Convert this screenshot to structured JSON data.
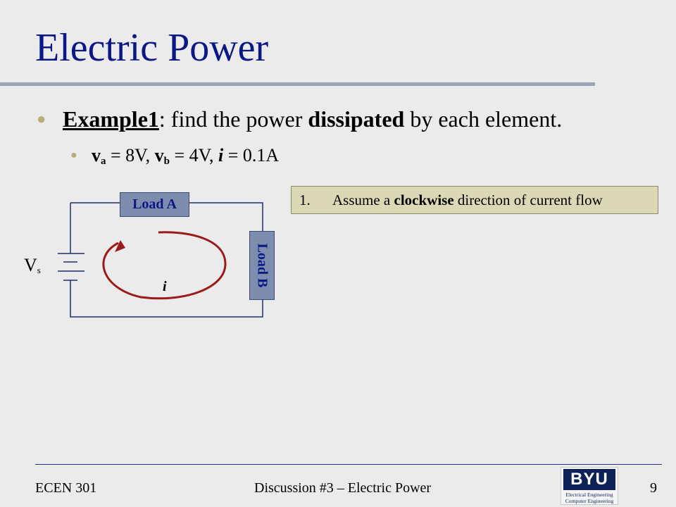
{
  "slide": {
    "title": "Electric Power"
  },
  "bullets": {
    "b1": {
      "label": "Example1",
      "after_label": ": find the power ",
      "emph": "dissipated",
      "tail": " by each element."
    },
    "b2": {
      "va_sym": "v",
      "va_sub": "a",
      "va_rest": " = 8V, ",
      "vb_sym": "v",
      "vb_sub": "b",
      "vb_rest": " = 4V, ",
      "i_sym": "i",
      "i_rest": " = 0.1A"
    }
  },
  "note": {
    "number": "1.",
    "prefix": "Assume a ",
    "emph": "clockwise",
    "suffix": " direction of current flow"
  },
  "circuit": {
    "load_a": "Load A",
    "load_b": "Load B",
    "vs_sym": "V",
    "vs_sub": "s",
    "current_label": "i",
    "wire_color": "#1f2e6b",
    "arrow_color": "#9b1b1b"
  },
  "footer": {
    "course": "ECEN 301",
    "center": "Discussion #3 – Electric Power",
    "page": "9",
    "logo_mark": "BYU",
    "logo_line1": "Electrical Engineering",
    "logo_line2": "Computer Engineering"
  },
  "colors": {
    "title": "#0c1786",
    "bullet": "#b8ad75",
    "note_bg": "#dcd8b6",
    "load_fill": "#7e8cae"
  }
}
